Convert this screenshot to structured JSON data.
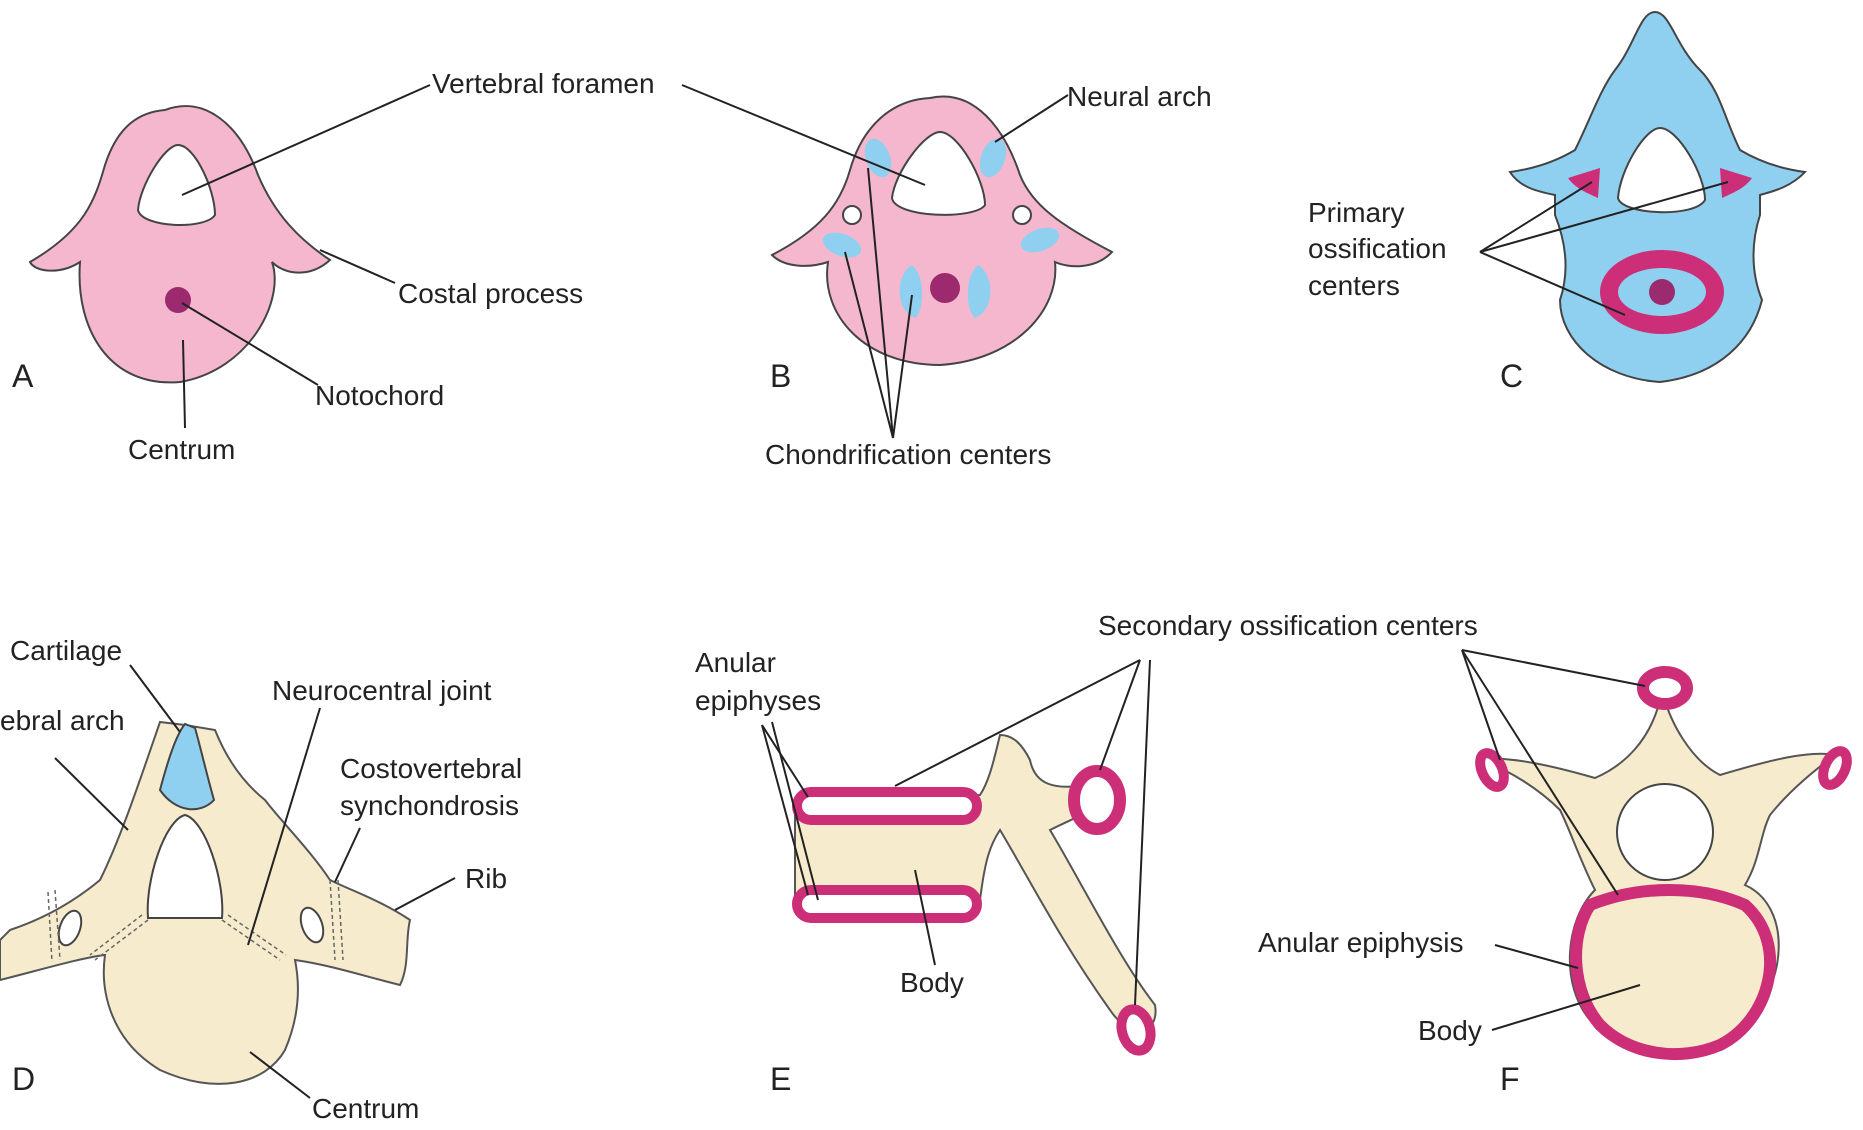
{
  "panels": {
    "A": {
      "letter": "A",
      "labels": {
        "vertebral_foramen": "Vertebral foramen",
        "costal_process": "Costal process",
        "notochord": "Notochord",
        "centrum": "Centrum"
      },
      "colors": {
        "mesenchyme": "#f5b7cd",
        "notochord": "#9c2a6e"
      }
    },
    "B": {
      "letter": "B",
      "labels": {
        "neural_arch": "Neural arch",
        "chondrification_centers": "Chondrification centers"
      },
      "colors": {
        "chondrification": "#8fd0f0"
      }
    },
    "C": {
      "letter": "C",
      "labels": {
        "primary_ossification_line1": "Primary",
        "primary_ossification_line2": "ossification",
        "primary_ossification_line3": "centers"
      },
      "colors": {
        "cartilage": "#8fd0f0",
        "ossification": "#cc2f78"
      }
    },
    "D": {
      "letter": "D",
      "labels": {
        "cartilage": "Cartilage",
        "vertebral_arch": "ebral arch",
        "neurocentral_joint": "Neurocentral joint",
        "costovertebral_line1": "Costovertebral",
        "costovertebral_line2": "synchondrosis",
        "rib": "Rib",
        "centrum": "Centrum"
      },
      "colors": {
        "bone": "#f6ebcd"
      }
    },
    "E": {
      "letter": "E",
      "labels": {
        "anular_epiphyses_line1": "Anular",
        "anular_epiphyses_line2": "epiphyses",
        "secondary_ossification_centers": "Secondary ossification centers",
        "body": "Body"
      }
    },
    "F": {
      "letter": "F",
      "labels": {
        "anular_epiphysis": "Anular epiphysis",
        "body": "Body"
      }
    }
  }
}
